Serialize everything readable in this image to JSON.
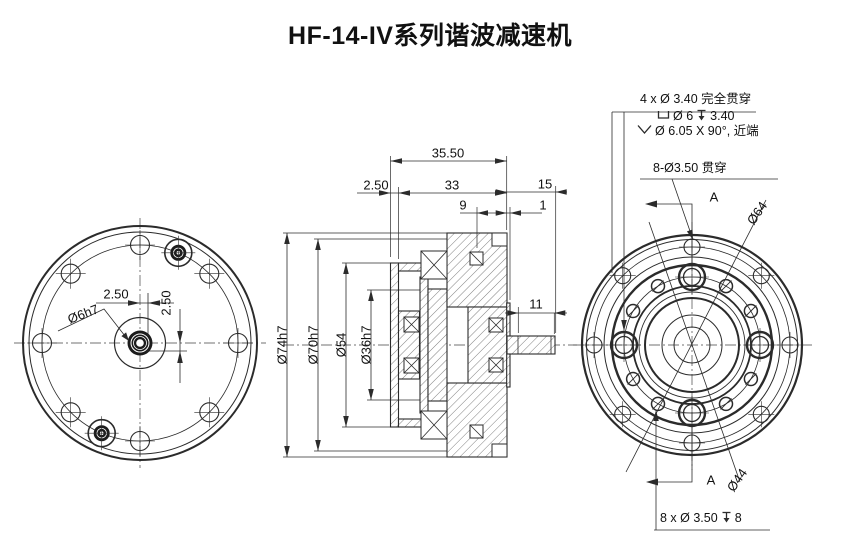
{
  "title": "HF-14-IV系列谐波减速机",
  "colors": {
    "background": "#ffffff",
    "line_color": "#2b2b2b",
    "text_color": "#111111"
  },
  "front_view": {
    "offset_horizontal": "2.50",
    "offset_vertical": "2.50",
    "center_bore": "Ø6h7"
  },
  "section_view": {
    "width_total": "35.50",
    "width_lip": "2.50",
    "width_body": "33",
    "width_inner": "9",
    "width_step": "1",
    "width_shaft": "15",
    "shaft_length": "11",
    "dia_outer": "Ø74h7",
    "dia_pilot": "Ø70h7",
    "dia_cup": "Ø54",
    "dia_bore": "Ø36h7"
  },
  "end_view": {
    "counterbore_callout": {
      "line1": "4 x Ø 3.40 完全贯穿",
      "line2_prefix": "Ø 6",
      "line2_depth": "3.40",
      "line3": "Ø 6.05 X 90°, 近端"
    },
    "through_callout": "8-Ø3.50 贯穿",
    "blind_callout": {
      "prefix": "8 x Ø 3.50",
      "depth": "8"
    },
    "bolt_circle_outer": "Ø64",
    "bolt_circle_inner": "Ø44",
    "datum_top": "A",
    "datum_bottom": "A"
  }
}
